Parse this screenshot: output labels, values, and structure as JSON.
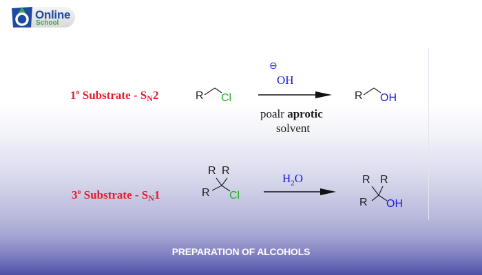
{
  "logo": {
    "brand_tagline": "",
    "brand_name": "Online",
    "brand_sub": "School",
    "colors": {
      "blue": "#1f4aa0",
      "green": "#3aa655"
    }
  },
  "reactions": [
    {
      "label_prefix": "1",
      "label_degree": "o",
      "label_mid": " Substrate - S",
      "label_sub": "N",
      "label_suffix": "2",
      "substrate": {
        "r": "R",
        "leaving_group": "Cl"
      },
      "reagent": {
        "charge": "⊖",
        "name": "OH"
      },
      "conditions_line1_normal": "poalr ",
      "conditions_line1_bold": "aprotic",
      "conditions_line2": "solvent",
      "product": {
        "r": "R",
        "group": "OH"
      }
    },
    {
      "label_prefix": "3",
      "label_degree": "o",
      "label_mid": " Substrate - S",
      "label_sub": "N",
      "label_suffix": "1",
      "substrate": {
        "r1": "R",
        "r2": "R",
        "r3": "R",
        "leaving_group": "Cl"
      },
      "reagent": {
        "h": "H",
        "sub": "2",
        "o": "O"
      },
      "product": {
        "r1": "R",
        "r2": "R",
        "r3": "R",
        "group": "OH"
      }
    }
  ],
  "footer": {
    "title": "PREPARATION OF ALCOHOLS"
  },
  "colors": {
    "label_red": "#e0202a",
    "leaving_group_green": "#1db31d",
    "reagent_blue": "#1a1ae0",
    "footer_band": "#5050a5"
  }
}
